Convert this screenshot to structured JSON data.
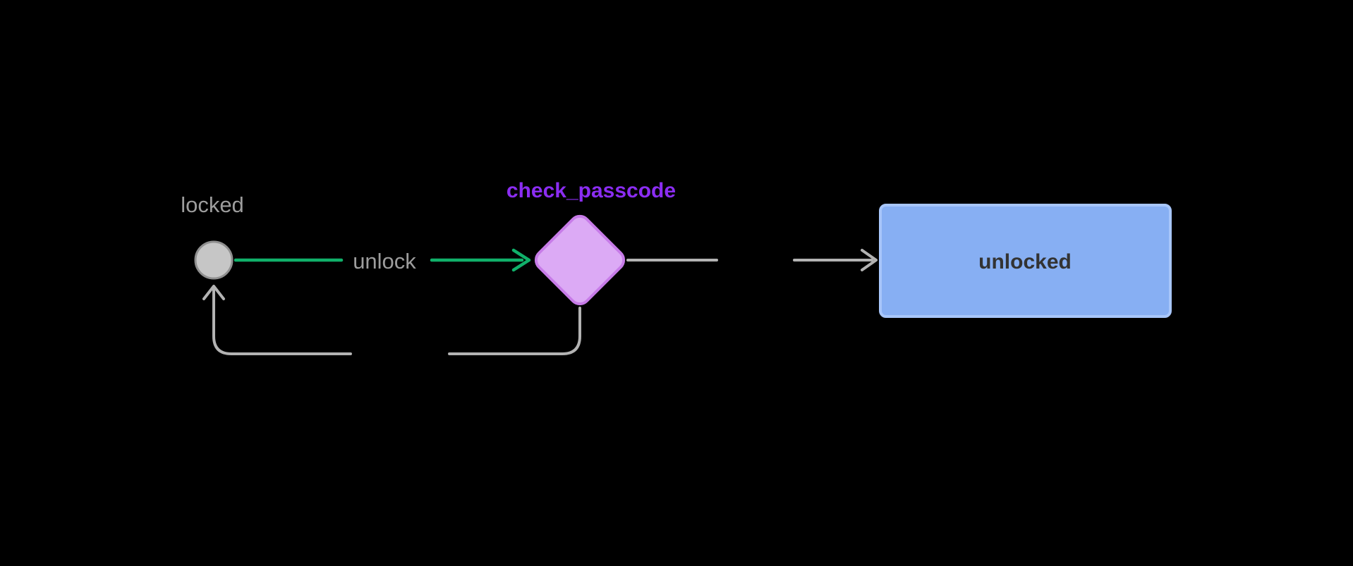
{
  "diagram": {
    "type": "state-machine",
    "background_color": "#000000",
    "nodes": {
      "locked": {
        "label": "locked",
        "shape": "circle",
        "fill": "#c6c6c6",
        "stroke": "#8f8f8f",
        "label_color": "#9d9d9d"
      },
      "check_passcode": {
        "label": "check_passcode",
        "shape": "diamond",
        "fill": "#dcaaf5",
        "stroke": "#c77be8",
        "label_color": "#8b2df2"
      },
      "unlocked": {
        "label": "unlocked",
        "shape": "rectangle",
        "fill": "#87aff3",
        "stroke": "#a8c6fa",
        "label_color": "#333333"
      }
    },
    "edges": [
      {
        "from": "locked",
        "to": "check_passcode",
        "label": "unlock",
        "color": "#10b06a",
        "label_color": "#9d9d9d"
      },
      {
        "from": "check_passcode",
        "to": "unlocked",
        "color": "#b3b3b3"
      },
      {
        "from": "check_passcode",
        "to": "locked",
        "color": "#b3b3b3",
        "style": "loop-back"
      }
    ]
  }
}
